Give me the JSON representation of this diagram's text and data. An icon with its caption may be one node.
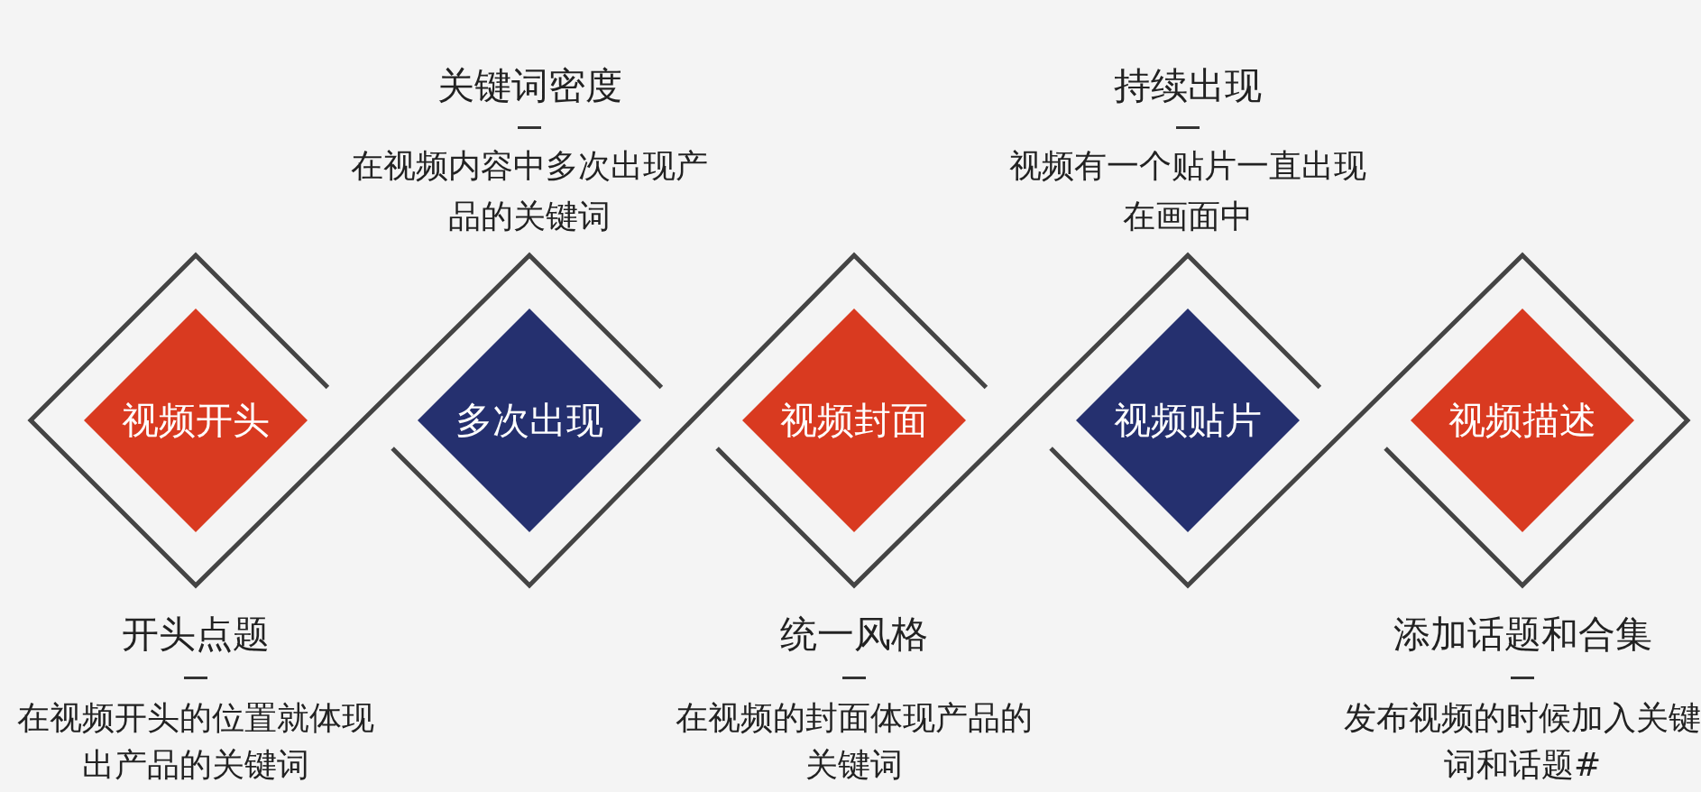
{
  "diagram": {
    "nodes": [
      {
        "text": [
          "视频开头"
        ],
        "beside": [
          "开头点题",
          "在视频开头的位置就体现出产品的关键词"
        ]
      },
      {
        "text": [
          "多次出现"
        ],
        "beside": [
          "关键词密度",
          "在视频内容中多次出现产品的关键词"
        ]
      },
      {
        "text": [
          "视频封面"
        ],
        "beside": [
          "统一风格",
          "在视频的封面体现产品的关键词"
        ]
      },
      {
        "text": [
          "视频贴片"
        ],
        "beside": [
          "持续出现",
          "视频有一个贴片一直出现在画面中"
        ]
      },
      {
        "text": [
          "视频描述"
        ],
        "beside": [
          "添加话题和合集",
          "发布视频的时候加入关键词和话题#"
        ]
      }
    ]
  }
}
